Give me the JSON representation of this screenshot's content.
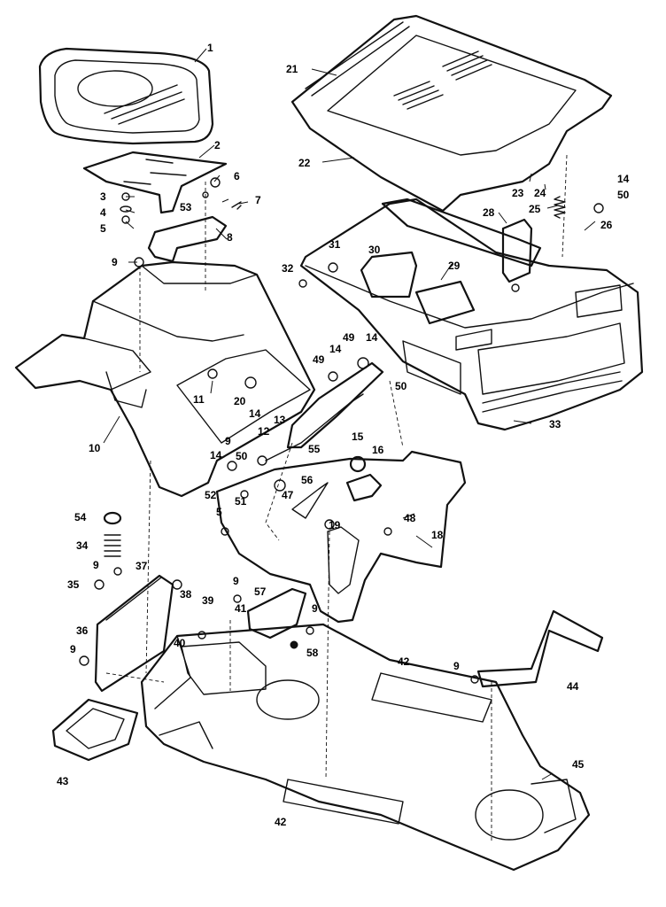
{
  "diagram": {
    "callouts": [
      {
        "id": "c1",
        "text": "1"
      },
      {
        "id": "c2",
        "text": "2"
      },
      {
        "id": "c3",
        "text": "3"
      },
      {
        "id": "c4",
        "text": "4"
      },
      {
        "id": "c5a",
        "text": "5"
      },
      {
        "id": "c6",
        "text": "6"
      },
      {
        "id": "c53",
        "text": "53"
      },
      {
        "id": "c7",
        "text": "7"
      },
      {
        "id": "c8",
        "text": "8"
      },
      {
        "id": "c9a",
        "text": "9"
      },
      {
        "id": "c10",
        "text": "10"
      },
      {
        "id": "c11",
        "text": "11"
      },
      {
        "id": "c20",
        "text": "20"
      },
      {
        "id": "c14a",
        "text": "14"
      },
      {
        "id": "c13",
        "text": "13"
      },
      {
        "id": "c21",
        "text": "21"
      },
      {
        "id": "c22",
        "text": "22"
      },
      {
        "id": "c23",
        "text": "23"
      },
      {
        "id": "c24",
        "text": "24"
      },
      {
        "id": "c25",
        "text": "25"
      },
      {
        "id": "c14b",
        "text": "14"
      },
      {
        "id": "c50a",
        "text": "50"
      },
      {
        "id": "c26",
        "text": "26"
      },
      {
        "id": "c28",
        "text": "28"
      },
      {
        "id": "c31",
        "text": "31"
      },
      {
        "id": "c30",
        "text": "30"
      },
      {
        "id": "c32",
        "text": "32"
      },
      {
        "id": "c29",
        "text": "29"
      },
      {
        "id": "c33",
        "text": "33"
      },
      {
        "id": "c49a",
        "text": "49"
      },
      {
        "id": "c14c",
        "text": "14"
      },
      {
        "id": "c49b",
        "text": "49"
      },
      {
        "id": "c14d",
        "text": "14"
      },
      {
        "id": "c50b",
        "text": "50"
      },
      {
        "id": "c12",
        "text": "12"
      },
      {
        "id": "c55",
        "text": "55"
      },
      {
        "id": "c9b",
        "text": "9"
      },
      {
        "id": "c14e",
        "text": "14"
      },
      {
        "id": "c50c",
        "text": "50"
      },
      {
        "id": "c56",
        "text": "56"
      },
      {
        "id": "c52",
        "text": "52"
      },
      {
        "id": "c51",
        "text": "51"
      },
      {
        "id": "c47",
        "text": "47"
      },
      {
        "id": "c15",
        "text": "15"
      },
      {
        "id": "c16",
        "text": "16"
      },
      {
        "id": "c48",
        "text": "48"
      },
      {
        "id": "c18",
        "text": "18"
      },
      {
        "id": "c19",
        "text": "19"
      },
      {
        "id": "c5b",
        "text": "5"
      },
      {
        "id": "c54",
        "text": "54"
      },
      {
        "id": "c34",
        "text": "34"
      },
      {
        "id": "c9c",
        "text": "9"
      },
      {
        "id": "c37",
        "text": "37"
      },
      {
        "id": "c35",
        "text": "35"
      },
      {
        "id": "c38",
        "text": "38"
      },
      {
        "id": "c9d",
        "text": "9"
      },
      {
        "id": "c57",
        "text": "57"
      },
      {
        "id": "c39",
        "text": "39"
      },
      {
        "id": "c41",
        "text": "41"
      },
      {
        "id": "c36",
        "text": "36"
      },
      {
        "id": "c40",
        "text": "40"
      },
      {
        "id": "c9e",
        "text": "9"
      },
      {
        "id": "c58",
        "text": "58"
      },
      {
        "id": "c9f",
        "text": "9"
      },
      {
        "id": "c42a",
        "text": "42"
      },
      {
        "id": "c9g",
        "text": "9"
      },
      {
        "id": "c44",
        "text": "44"
      },
      {
        "id": "c43",
        "text": "43"
      },
      {
        "id": "c45",
        "text": "45"
      },
      {
        "id": "c42b",
        "text": "42"
      }
    ]
  }
}
